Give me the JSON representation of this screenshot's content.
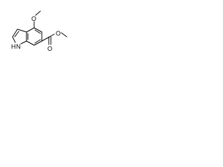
{
  "structure": {
    "atoms": {
      "methoxy_oxygen": "O",
      "ester_carbonyl_oxygen": "O",
      "ester_ether_oxygen": "O",
      "nitrogen_h": "H",
      "nitrogen_n": "N"
    }
  },
  "colors": {
    "bond": "#000000",
    "label": "#000000",
    "background": "#ffffff"
  }
}
